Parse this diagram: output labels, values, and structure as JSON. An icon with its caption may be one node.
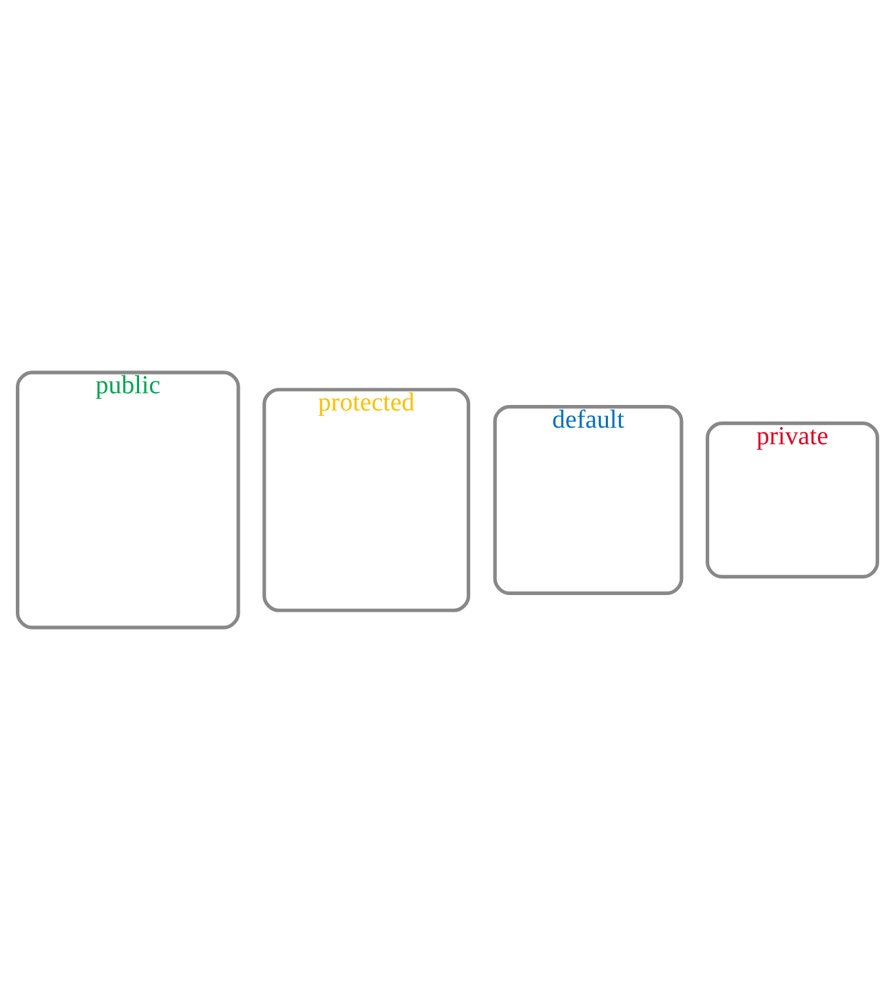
{
  "diagram": {
    "nodes": [
      {
        "text": [
          "public"
        ]
      },
      {
        "text": [
          "protected"
        ]
      },
      {
        "text": [
          "default"
        ]
      },
      {
        "text": [
          "private"
        ]
      }
    ]
  }
}
